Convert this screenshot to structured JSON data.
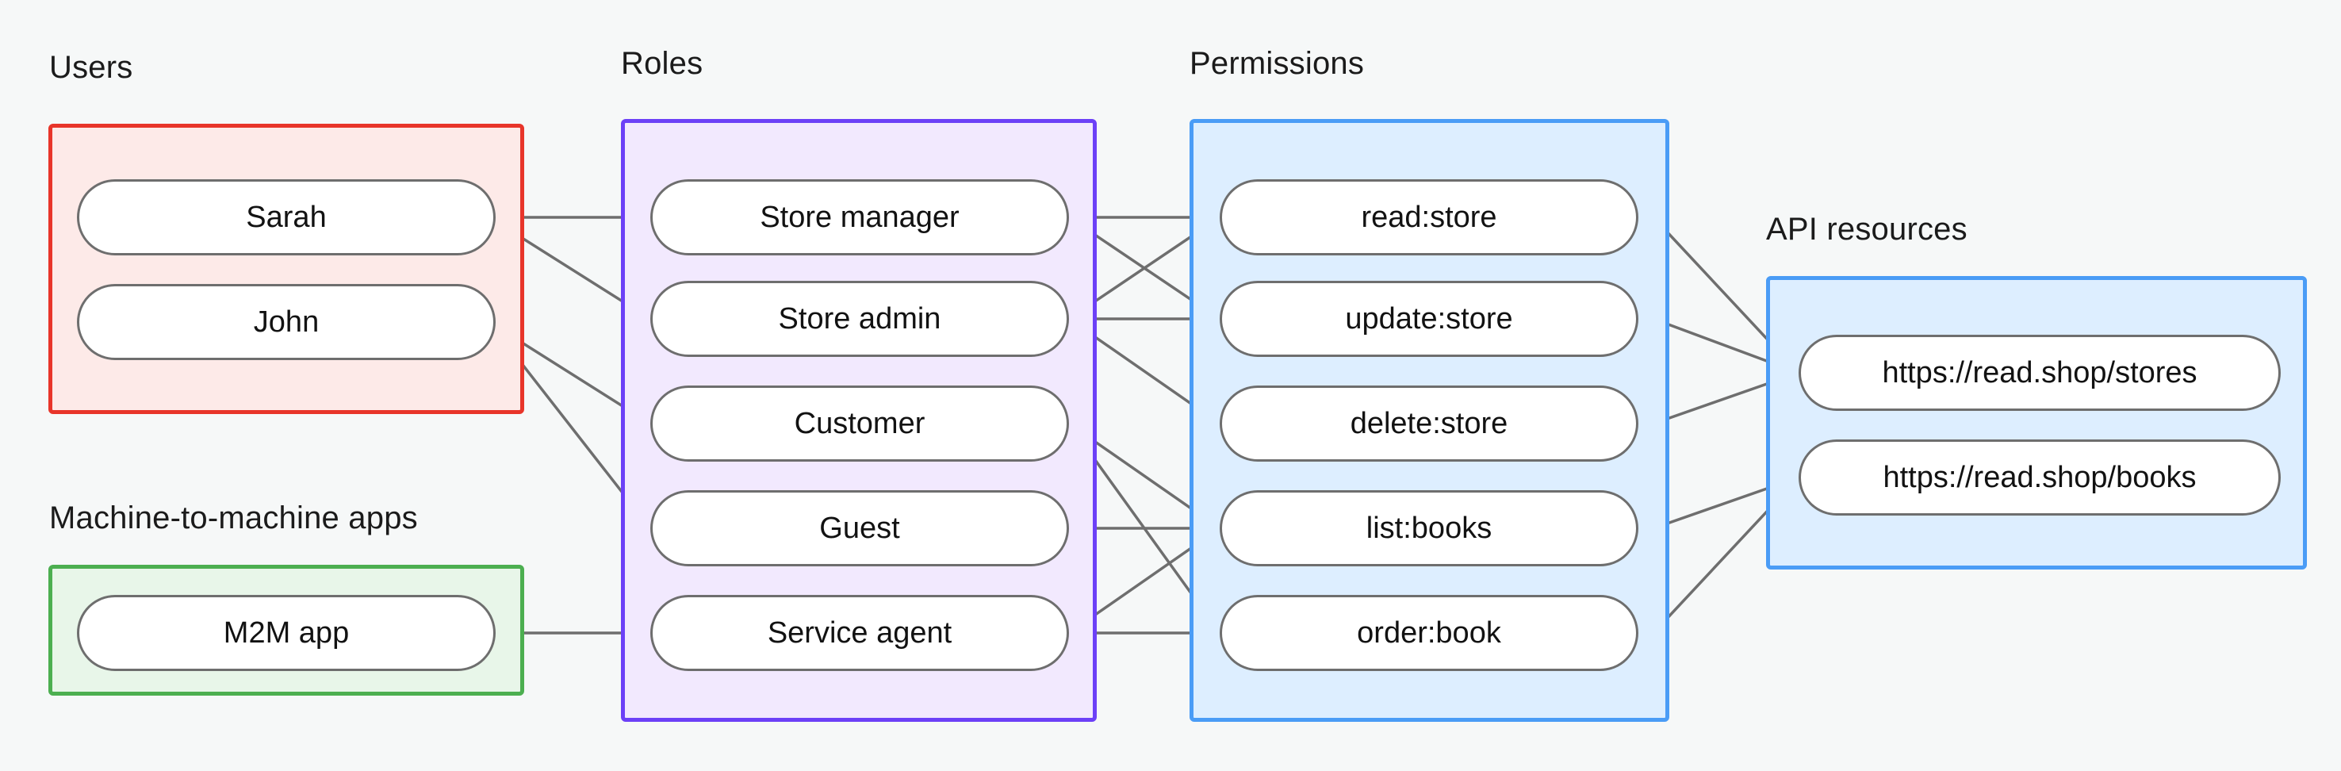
{
  "diagram": {
    "title_users": "Users",
    "title_m2m": "Machine-to-machine apps",
    "title_roles": "Roles",
    "title_permissions": "Permissions",
    "title_api": "API resources",
    "colors": {
      "users_border": "#e8352a",
      "users_fill": "#fdeae8",
      "m2m_border": "#4caf50",
      "m2m_fill": "#e8f6e9",
      "roles_border": "#6c40f7",
      "roles_fill": "#f2e9fe",
      "permissions_border": "#4a9cf6",
      "permissions_fill": "#ddeeff",
      "api_border": "#4a9cf6",
      "api_fill": "#ddeeff",
      "node_border": "#6e6e6e",
      "node_fill": "#ffffff",
      "edge": "#6e6e6e",
      "background": "#f6f8f8"
    },
    "users": [
      {
        "label": "Sarah"
      },
      {
        "label": "John"
      }
    ],
    "m2m_apps": [
      {
        "label": "M2M app"
      }
    ],
    "roles": [
      {
        "label": "Store manager"
      },
      {
        "label": "Store admin"
      },
      {
        "label": "Customer"
      },
      {
        "label": "Guest"
      },
      {
        "label": "Service agent"
      }
    ],
    "permissions": [
      {
        "label": "read:store"
      },
      {
        "label": "update:store"
      },
      {
        "label": "delete:store"
      },
      {
        "label": "list:books"
      },
      {
        "label": "order:book"
      }
    ],
    "api_resources": [
      {
        "label": "https://read.shop/stores"
      },
      {
        "label": "https://read.shop/books"
      }
    ],
    "edges": {
      "user_to_role": [
        {
          "from": "Sarah",
          "to": "Store manager"
        },
        {
          "from": "Sarah",
          "to": "Store admin"
        },
        {
          "from": "John",
          "to": "Customer"
        },
        {
          "from": "John",
          "to": "Guest"
        },
        {
          "from": "M2M app",
          "to": "Service agent"
        }
      ],
      "role_to_permission": [
        {
          "from": "Store manager",
          "to": "read:store"
        },
        {
          "from": "Store manager",
          "to": "update:store"
        },
        {
          "from": "Store admin",
          "to": "read:store"
        },
        {
          "from": "Store admin",
          "to": "update:store"
        },
        {
          "from": "Store admin",
          "to": "delete:store"
        },
        {
          "from": "Customer",
          "to": "list:books"
        },
        {
          "from": "Customer",
          "to": "order:book"
        },
        {
          "from": "Guest",
          "to": "list:books"
        },
        {
          "from": "Service agent",
          "to": "list:books"
        },
        {
          "from": "Service agent",
          "to": "order:book"
        }
      ],
      "permission_to_api": [
        {
          "from": "read:store",
          "to": "https://read.shop/stores"
        },
        {
          "from": "update:store",
          "to": "https://read.shop/stores"
        },
        {
          "from": "delete:store",
          "to": "https://read.shop/stores"
        },
        {
          "from": "list:books",
          "to": "https://read.shop/books"
        },
        {
          "from": "order:book",
          "to": "https://read.shop/books"
        }
      ]
    }
  }
}
